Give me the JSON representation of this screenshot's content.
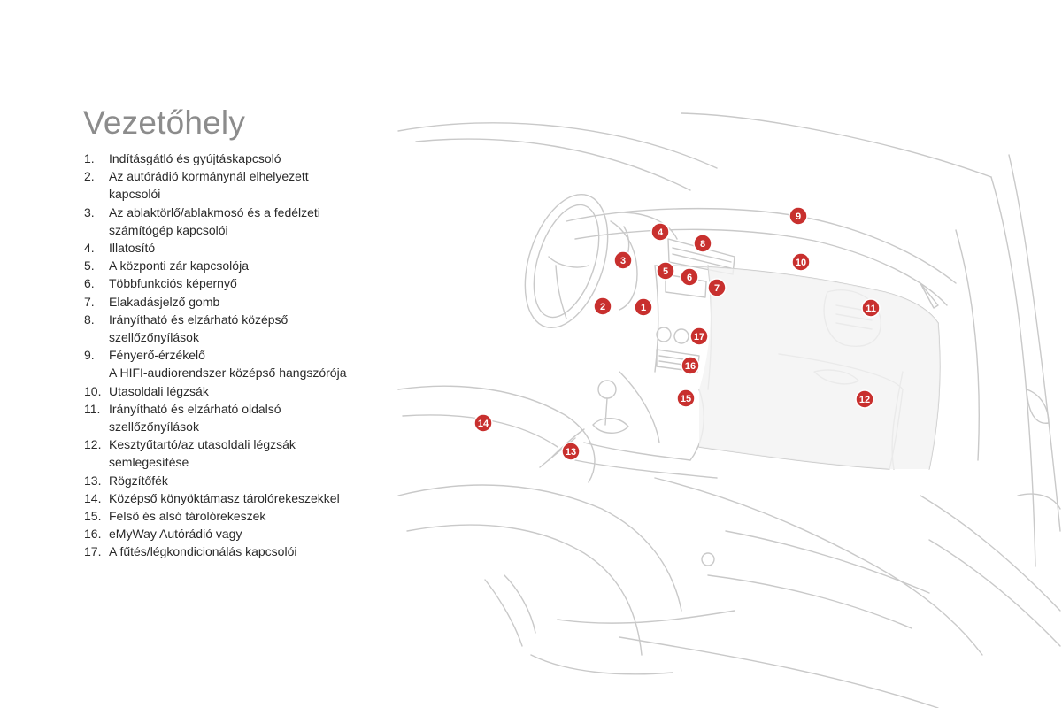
{
  "page": {
    "title": "Vezetőhely"
  },
  "legend": [
    {
      "num": "1.",
      "text": "Indításgátló és gyújtáskapcsoló"
    },
    {
      "num": "2.",
      "text": "Az autórádió kormánynál elhelyezett\nkapcsolói"
    },
    {
      "num": "3.",
      "text": "Az ablaktörlő/ablakmosó és a fedélzeti\nszámítógép kapcsolói"
    },
    {
      "num": "4.",
      "text": "Illatosító"
    },
    {
      "num": "5.",
      "text": "A központi zár kapcsolója"
    },
    {
      "num": "6.",
      "text": "Többfunkciós képernyő"
    },
    {
      "num": "7.",
      "text": "Elakadásjelző gomb"
    },
    {
      "num": "8.",
      "text": "Irányítható és elzárható középső\nszellőzőnyílások"
    },
    {
      "num": "9.",
      "text": "Fényerő-érzékelő\nA HIFI-audiorendszer középső hangszórója"
    },
    {
      "num": "10.",
      "text": "Utasoldali légzsák"
    },
    {
      "num": "11.",
      "text": "Irányítható és elzárható oldalsó\nszellőzőnyílások"
    },
    {
      "num": "12.",
      "text": "Kesztyűtartó/az utasoldali légzsák\nsemlegesítése"
    },
    {
      "num": "13.",
      "text": "Rögzítőfék"
    },
    {
      "num": "14.",
      "text": "Középső könyöktámasz tárolórekeszekkel"
    },
    {
      "num": "15.",
      "text": "Felső és alsó tárolórekeszek"
    },
    {
      "num": "16.",
      "text": "eMyWay Autórádió vagy"
    },
    {
      "num": "17.",
      "text": "A fűtés/légkondicionálás kapcsolói"
    }
  ],
  "markers": [
    "1",
    "2",
    "3",
    "4",
    "5",
    "6",
    "7",
    "8",
    "9",
    "10",
    "11",
    "12",
    "13",
    "14",
    "15",
    "16",
    "17"
  ],
  "colors": {
    "marker": "#c8302e",
    "title": "#8c8c8c",
    "line_art": "#c9c9c9",
    "dash_shade": "#f3f3f3"
  }
}
